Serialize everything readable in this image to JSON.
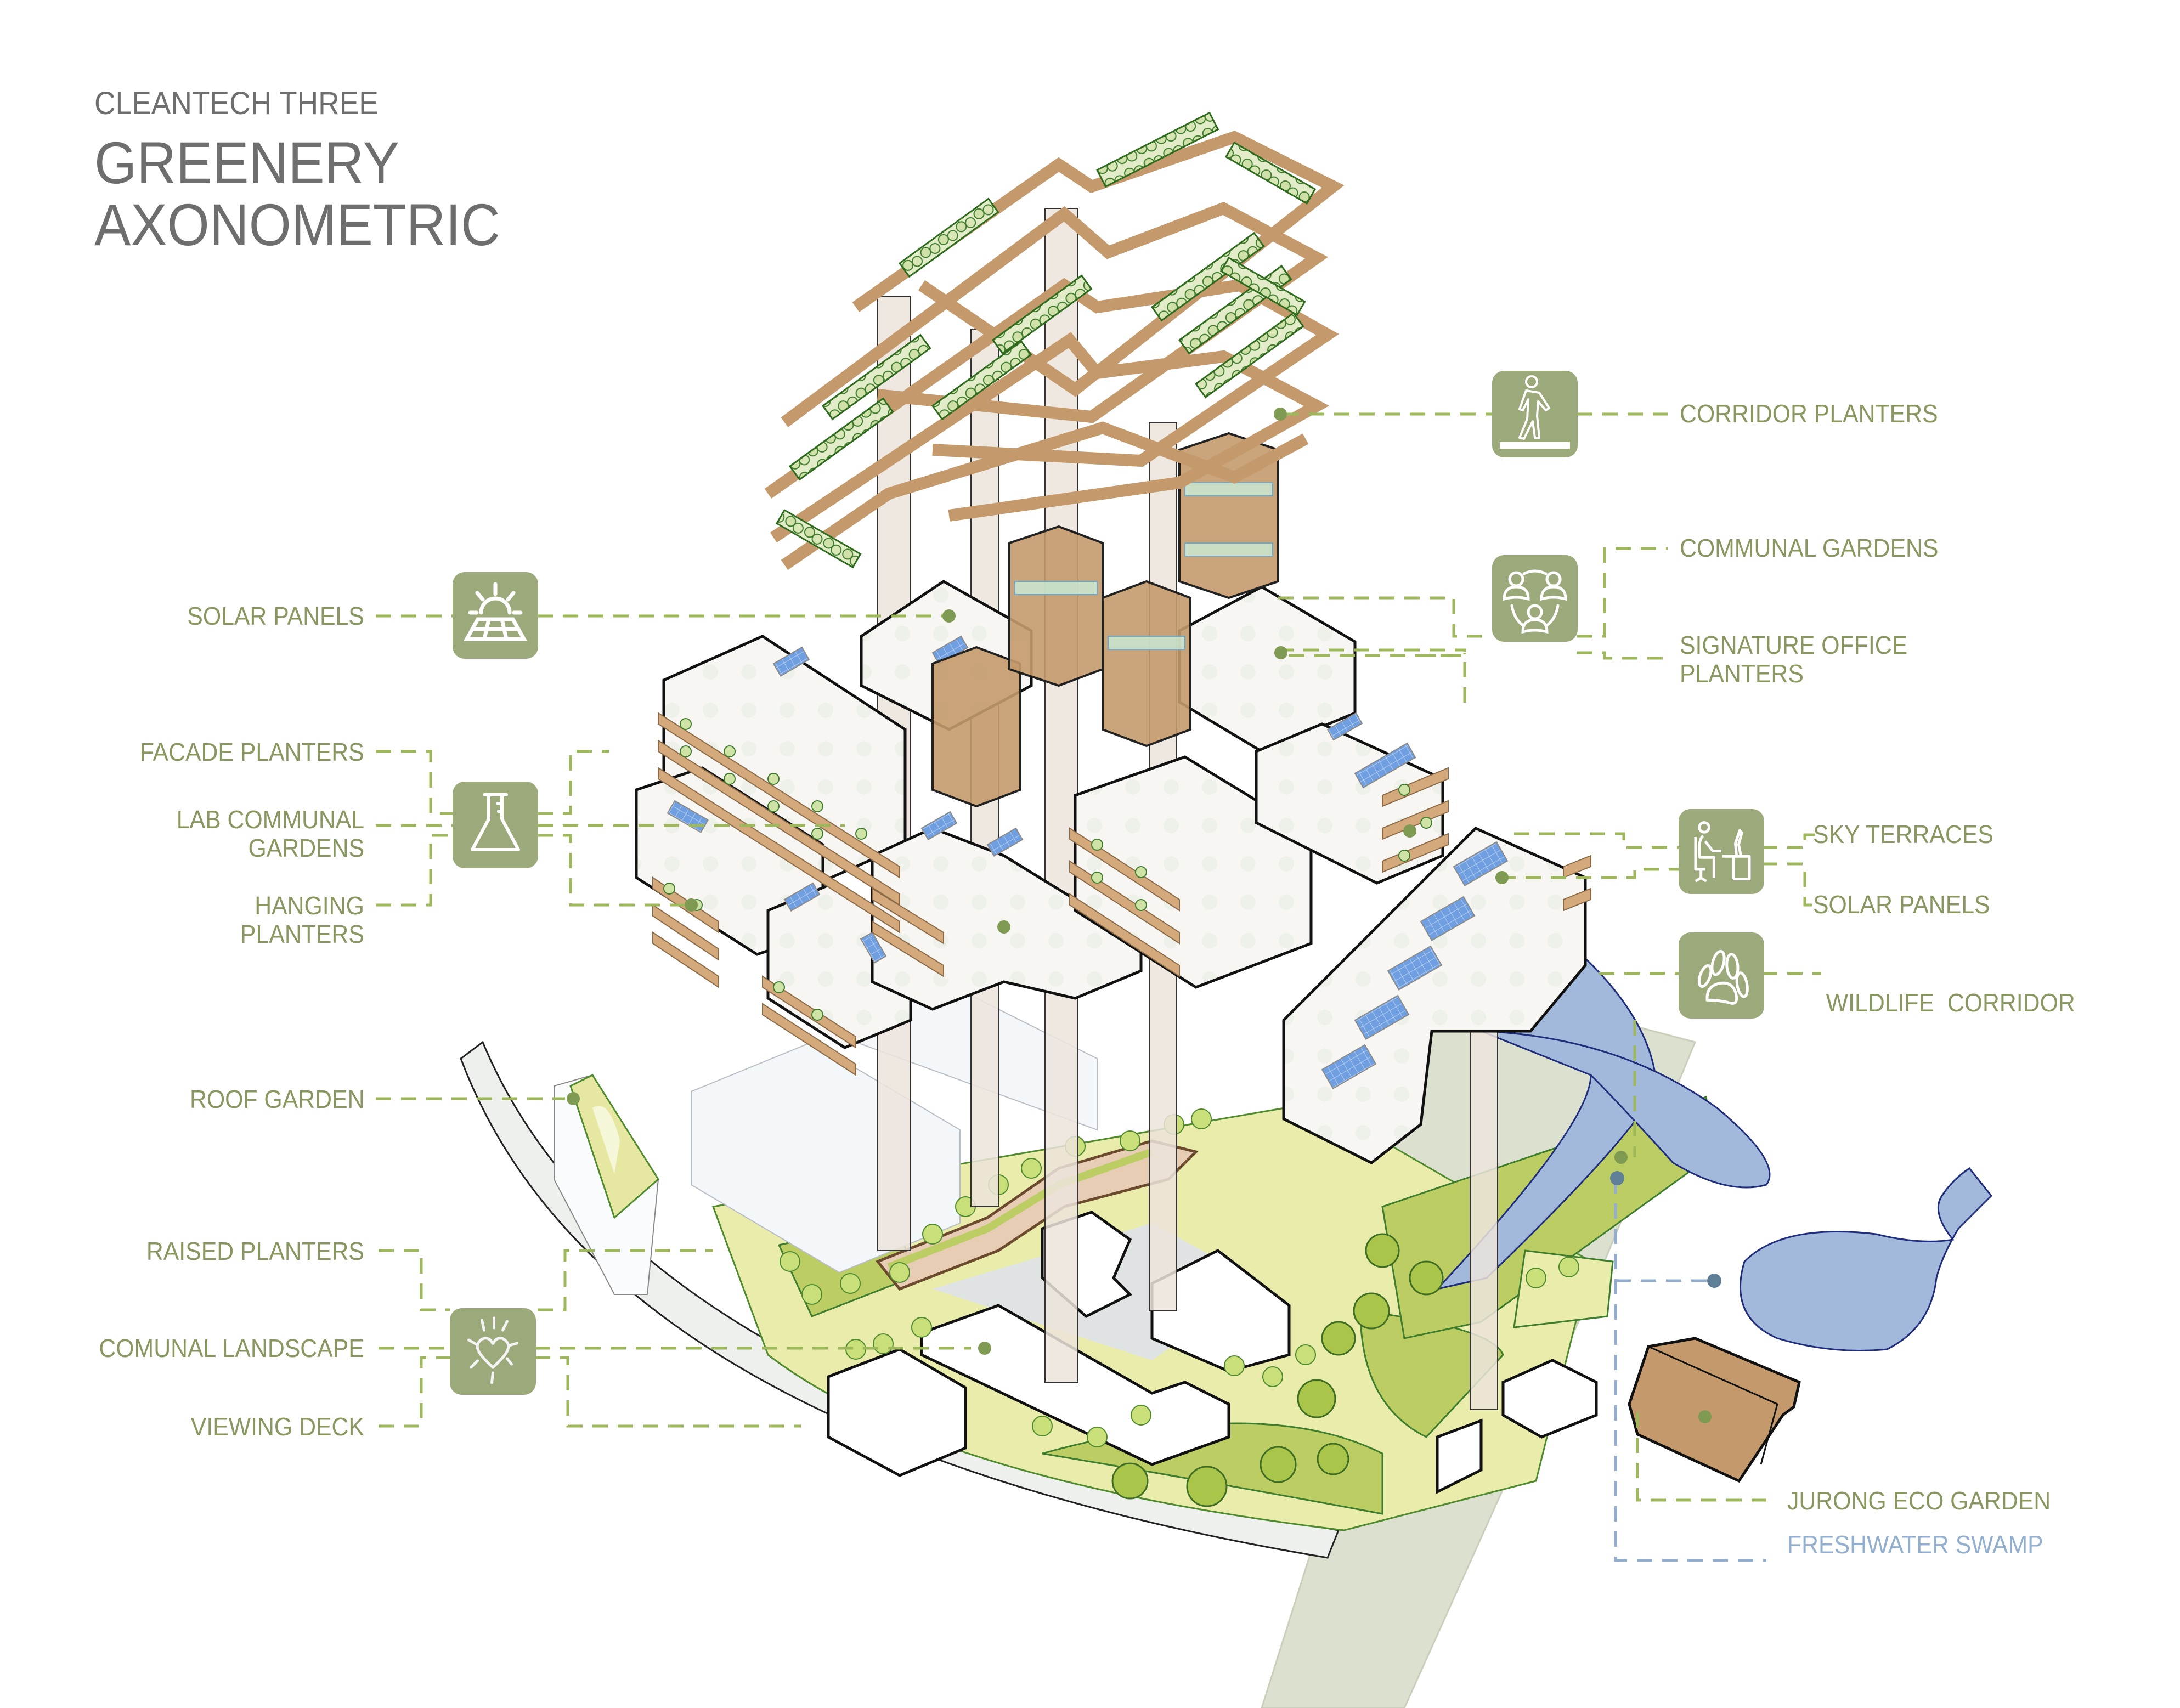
{
  "header": {
    "subtitle": "CLEANTECH THREE",
    "title_line1": "GREENERY",
    "title_line2": "AXONOMETRIC"
  },
  "colors": {
    "label_green": "#889660",
    "icon_fill": "#9ca97b",
    "dash_green": "#9cb85a",
    "water_blue": "#a2b9dc",
    "water_label": "#93afd0",
    "timber": "#c49a6c",
    "lawn": "#bccd64",
    "lawn_light": "#e9ecaa",
    "ground_grey": "#dbe0cf",
    "title_grey": "#6e6e6e"
  },
  "left_labels": [
    {
      "id": "solar-panels-left",
      "text": "SOLAR PANELS"
    },
    {
      "id": "facade-planters",
      "text": "FACADE PLANTERS"
    },
    {
      "id": "lab-communal-gardens",
      "line1": "LAB COMMUNAL",
      "line2": "GARDENS"
    },
    {
      "id": "hanging-planters",
      "line1": "HANGING",
      "line2": "PLANTERS"
    },
    {
      "id": "roof-garden",
      "text": "ROOF GARDEN"
    },
    {
      "id": "raised-planters",
      "text": "RAISED PLANTERS"
    },
    {
      "id": "comunal-landscape",
      "text": "COMUNAL LANDSCAPE"
    },
    {
      "id": "viewing-deck",
      "text": "VIEWING DECK"
    }
  ],
  "right_labels": [
    {
      "id": "corridor-planters",
      "text": "CORRIDOR PLANTERS"
    },
    {
      "id": "communal-gardens",
      "text": "COMMUNAL GARDENS"
    },
    {
      "id": "signature-office-planters",
      "line1": "SIGNATURE OFFICE",
      "line2": "PLANTERS"
    },
    {
      "id": "sky-terraces",
      "text": "SKY TERRACES"
    },
    {
      "id": "solar-panels-right",
      "text": "SOLAR PANELS"
    },
    {
      "id": "wildlife-corridor",
      "text": "WILDLIFE  CORRIDOR"
    },
    {
      "id": "jurong-eco-garden",
      "text": "JURONG ECO GARDEN"
    },
    {
      "id": "freshwater-swamp",
      "text": "FRESHWATER SWAMP"
    }
  ],
  "icons": [
    {
      "id": "solar",
      "name": "solar-panel-icon"
    },
    {
      "id": "lab",
      "name": "flask-icon"
    },
    {
      "id": "landscape",
      "name": "heart-sun-icon"
    },
    {
      "id": "corridor",
      "name": "walking-person-icon"
    },
    {
      "id": "communal",
      "name": "community-people-icon"
    },
    {
      "id": "office",
      "name": "person-at-desk-icon"
    },
    {
      "id": "wildlife",
      "name": "paw-print-icon"
    }
  ]
}
